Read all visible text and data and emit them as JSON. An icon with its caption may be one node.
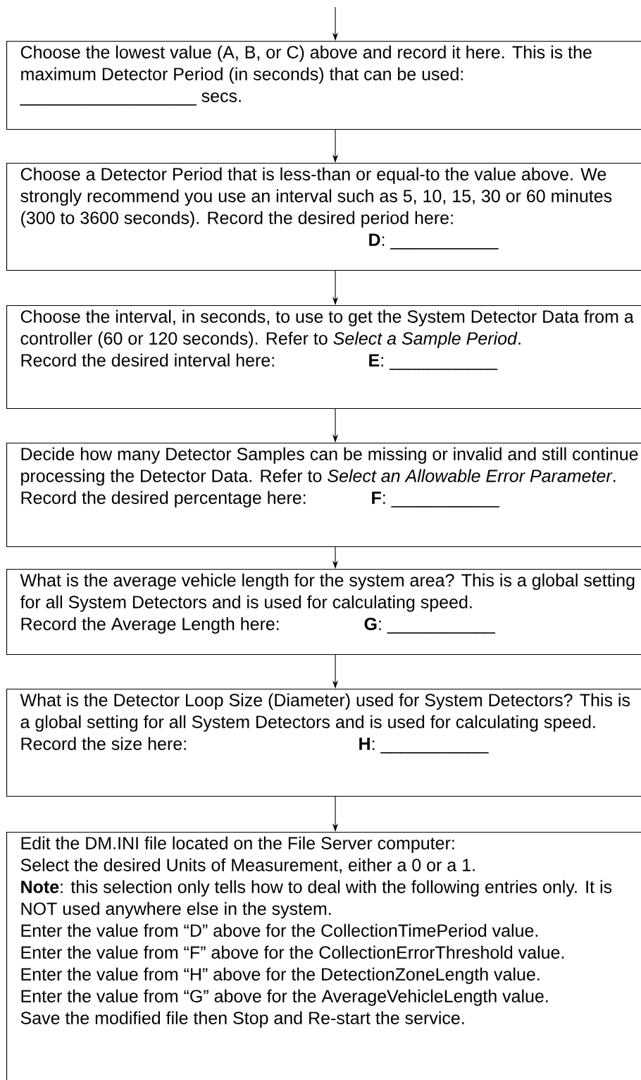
{
  "diagram": {
    "nodes": [
      {
        "text": [
          "Choose the lowest value (A, B, or C) above and record it here. This is the maximum Detector Period (in seconds) that can be used:",
          "__________________ secs."
        ]
      },
      {
        "text": [
          "Choose a Detector Period that is less-than or equal-to the value above. We strongly recommend you use an interval such as 5, 10, 15, 30 or 60 minutes (300 to 3600 seconds). Record the desired period here:",
          "**D**: ___________"
        ]
      },
      {
        "text": [
          "Choose the interval, in seconds, to use to get the System Detector Data from a controller (60 or 120 seconds). Refer to *Select a Sample Period*.",
          "Record the desired interval here:",
          "**E**: ___________"
        ]
      },
      {
        "text": [
          "Decide how many Detector Samples can be missing or invalid and still continue processing the Detector Data. Refer to *Select an Allowable Error Parameter*.",
          "Record the desired percentage here:",
          "**F**: ___________"
        ]
      },
      {
        "text": [
          "What is the average vehicle length for the system area? This is a global setting for all System Detectors and is used for calculating speed.",
          "Record the Average Length here:",
          "**G**: ___________"
        ]
      },
      {
        "text": [
          "What is the Detector Loop Size (Diameter) used for System Detectors? This is a global setting for all System Detectors and is used for calculating speed.",
          "Record the size here:",
          "**H**: ___________"
        ]
      },
      {
        "text": [
          "Edit the DM.INI file located on the File Server computer:",
          "Select the desired Units of Measurement, either a 0 or a 1.",
          "**Note**: this selection only tells how to deal with the following entries only. It is NOT used anywhere else in the system.",
          "Enter the value from “D” above for the CollectionTimePeriod value.",
          "Enter the value from “F” above for the CollectionErrorThreshold value.",
          "Enter the value from “H” above for the DetectionZoneLength value.",
          "Enter the value from “G” above for the AverageVehicleLength value.",
          "Save the modified file then Stop and Re-start the service."
        ]
      }
    ],
    "edges": [
      {
        "from": null,
        "to": 0,
        "arrow": "to"
      },
      {
        "from": 0,
        "to": 1,
        "arrow": "to"
      },
      {
        "from": 1,
        "to": 2,
        "arrow": "to"
      },
      {
        "from": 2,
        "to": 3,
        "arrow": "to"
      },
      {
        "from": 3,
        "to": 4,
        "arrow": "to"
      },
      {
        "from": 4,
        "to": 5,
        "arrow": "to"
      },
      {
        "from": 5,
        "to": 6,
        "arrow": "to"
      }
    ]
  }
}
